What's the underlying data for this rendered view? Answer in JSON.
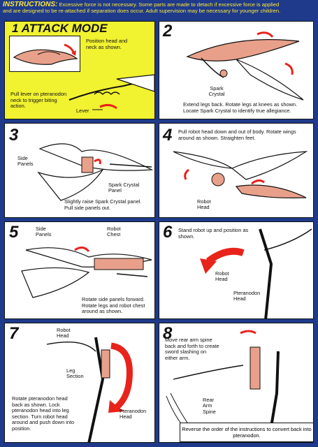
{
  "header": {
    "title": "INSTRUCTIONS:",
    "line1": "Excessive force is not necessary. Some parts are made to detach if excessive force is applied",
    "line2": "and are designed to be re-attached if separation does occur. Adult supervision may be necessary for younger children."
  },
  "steps": [
    {
      "number": "1",
      "heading": "ATTACK MODE",
      "notes": [
        "Position head and neck as shown.",
        "Pull lever on pteranodon neck to trigger biting action."
      ],
      "labels": [
        "Lever"
      ]
    },
    {
      "number": "2",
      "notes": [
        "Extend legs back. Rotate legs at knees as shown. Locate Spark Crystal to identify true allegiance."
      ],
      "labels": [
        "Spark Crystal"
      ]
    },
    {
      "number": "3",
      "notes": [
        "Slightly raise Spark Crystal panel. Pull side panels out."
      ],
      "labels": [
        "Side Panels",
        "Spark Crystal Panel"
      ]
    },
    {
      "number": "4",
      "notes": [
        "Pull robot head down and out of body. Rotate wings around as shown. Straighten feet."
      ],
      "labels": [
        "Robot Head"
      ]
    },
    {
      "number": "5",
      "notes": [
        "Rotate side panels forward. Rotate legs and robot chest around as shown."
      ],
      "labels": [
        "Side Panels",
        "Robot Chest"
      ]
    },
    {
      "number": "6",
      "notes": [
        "Stand robot up and position as shown."
      ],
      "labels": [
        "Robot Head",
        "Pteranodon Head"
      ]
    },
    {
      "number": "7",
      "notes": [
        "Rotate pteranodon head back as shown. Lock pteranodon head into leg section. Turn robot head around and push down into position."
      ],
      "labels": [
        "Robot Head",
        "Leg Section",
        "Pteranodon Head"
      ]
    },
    {
      "number": "8",
      "notes": [
        "Move rear arm spine back and forth to create sword slashing on either arm."
      ],
      "labels": [
        "Rear Arm Spine"
      ]
    }
  ],
  "footer": {
    "text": "Reverse the order of the instructions to convert back into pteranodon."
  },
  "colors": {
    "background": "#1f3a8a",
    "header_text": "#ffe83a",
    "panel_highlight": "#f1f230",
    "arrow_red": "#e8231b",
    "part_pink": "#e9a08a"
  }
}
